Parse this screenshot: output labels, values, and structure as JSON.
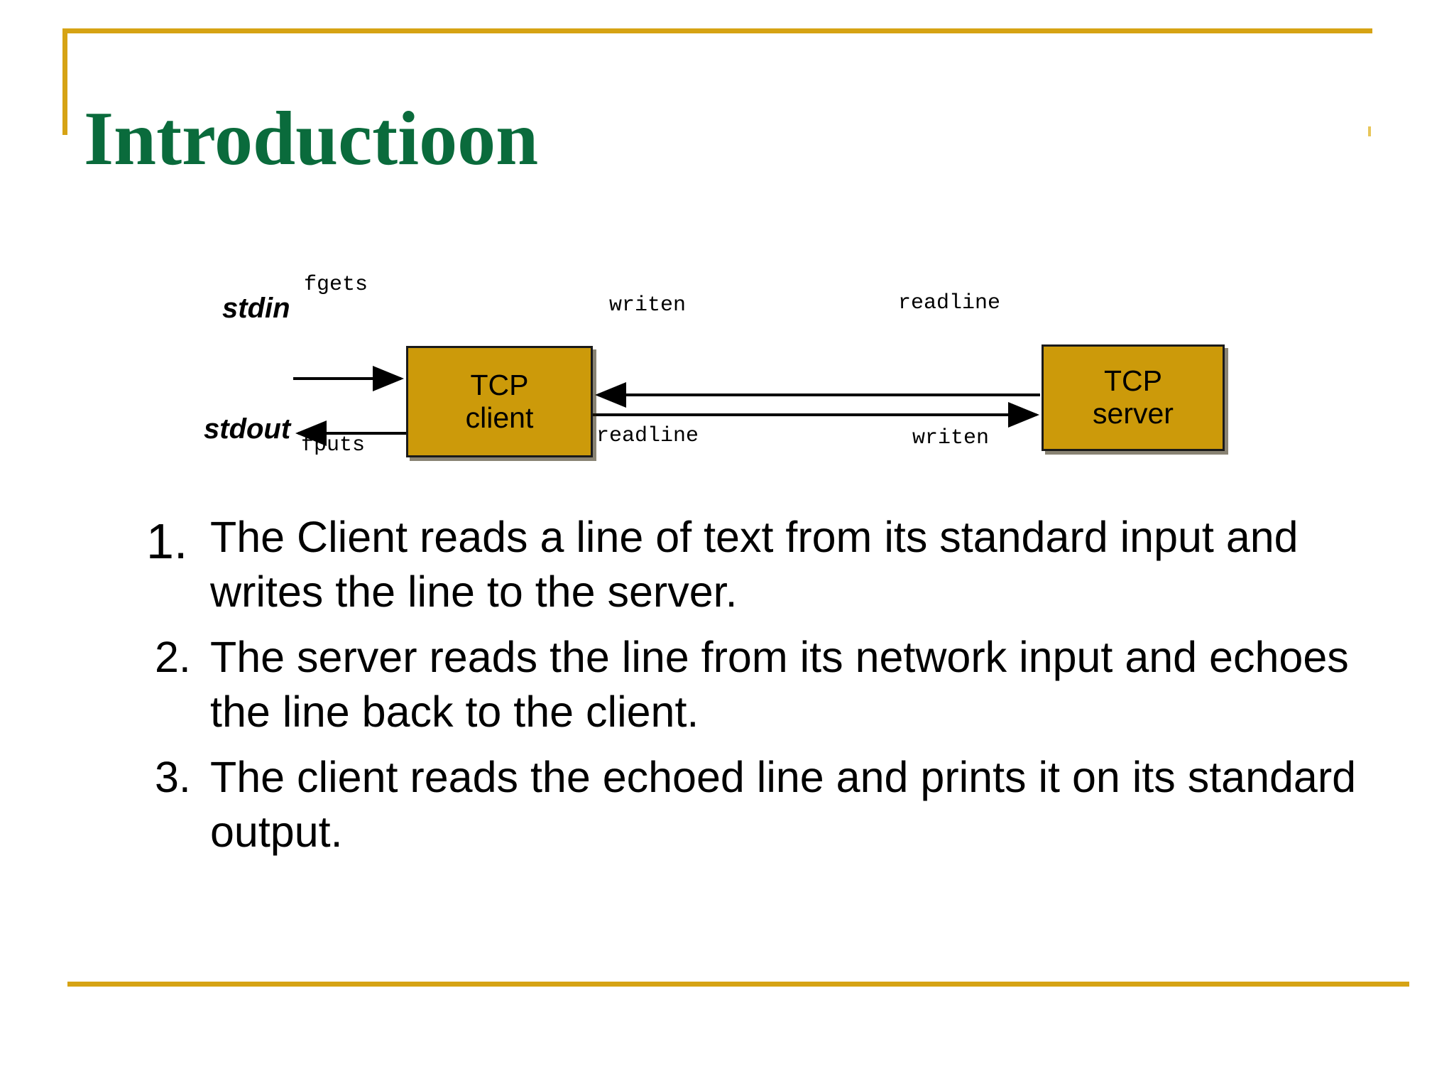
{
  "slide": {
    "title": "Introductioon",
    "title_color": "#0a6b3c",
    "accent_color": "#d6a314",
    "box_fill_color": "#cc9a0a",
    "background_color": "#ffffff"
  },
  "diagram": {
    "nodes": [
      {
        "id": "client",
        "line1": "TCP",
        "line2": "client"
      },
      {
        "id": "server",
        "line1": "TCP",
        "line2": "server"
      }
    ],
    "stream_labels": {
      "stdin": "stdin",
      "stdout": "stdout"
    },
    "call_labels": {
      "fgets": "fgets",
      "fputs": "fputs",
      "client_writen": "writen",
      "client_readline": "readline",
      "server_readline": "readline",
      "server_writen": "writen"
    }
  },
  "steps": [
    {
      "number": "1.",
      "text": "The Client reads a line of text from its standard input and writes the line to the server."
    },
    {
      "number": "2.",
      "text": "The server reads the line from its network input and echoes the line back to the client."
    },
    {
      "number": "3.",
      "text": "The client reads the echoed line and prints it on its standard output."
    }
  ]
}
